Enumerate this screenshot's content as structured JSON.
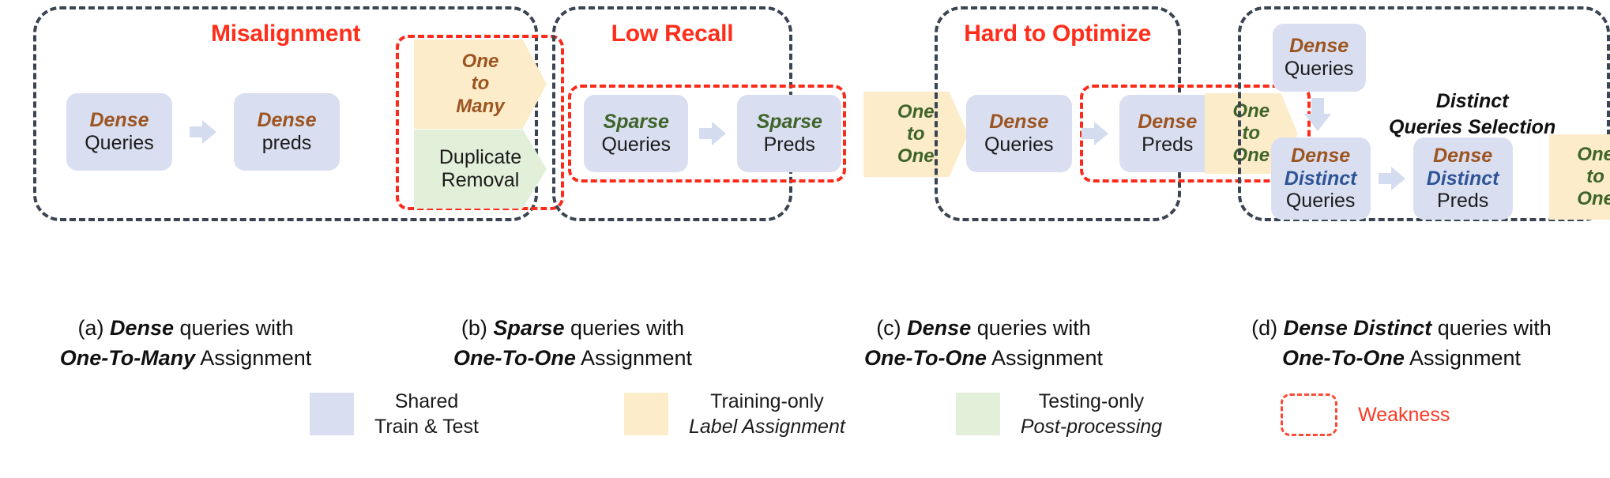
{
  "panels": [
    {
      "title": "Misalignment",
      "boxes": [
        {
          "line1": "Dense",
          "line1_class": "dense",
          "line2": "Queries"
        },
        {
          "line1": "Dense",
          "line1_class": "dense",
          "line2": "preds"
        }
      ],
      "chevrons": [
        {
          "text": "One\nto\nMany",
          "kind": "yellow"
        },
        {
          "text": "Duplicate\nRemoval",
          "kind": "green"
        }
      ]
    },
    {
      "title": "Low Recall",
      "boxes": [
        {
          "line1": "Sparse",
          "line1_class": "sparse",
          "line2": "Queries"
        },
        {
          "line1": "Sparse",
          "line1_class": "sparse",
          "line2": "Preds"
        }
      ],
      "chevrons": [
        {
          "text": "One\nto\nOne",
          "kind": "yellow"
        }
      ]
    },
    {
      "title": "Hard to Optimize",
      "boxes": [
        {
          "line1": "Dense",
          "line1_class": "dense",
          "line2": "Queries"
        },
        {
          "line1": "Dense",
          "line1_class": "dense",
          "line2": "Preds"
        }
      ],
      "chevrons": [
        {
          "text": "One\nto\nOne",
          "kind": "yellow"
        }
      ]
    },
    {
      "title": "",
      "boxes": [
        {
          "line1": "Dense",
          "line1_class": "dense",
          "line2": "Queries"
        },
        {
          "line1": "Dense",
          "line2": "Distinct",
          "line3": "Queries"
        },
        {
          "line1": "Dense",
          "line2": "Distinct",
          "line3": "Preds"
        }
      ],
      "selection_label_line1": "Distinct",
      "selection_label_line2": "Queries Selection",
      "chevrons": [
        {
          "text": "One\nto\nOne",
          "kind": "yellow"
        }
      ]
    }
  ],
  "panel_a": {
    "title": "Misalignment",
    "box1_top": "Dense",
    "box1_bottom": "Queries",
    "box2_top": "Dense",
    "box2_bottom": "preds",
    "chev1_l1": "One",
    "chev1_l2": "to",
    "chev1_l3": "Many",
    "chev2_l1": "Duplicate",
    "chev2_l2": "Removal"
  },
  "panel_b": {
    "title": "Low Recall",
    "box1_top": "Sparse",
    "box1_bottom": "Queries",
    "box2_top": "Sparse",
    "box2_bottom": "Preds",
    "chev1_l1": "One",
    "chev1_l2": "to",
    "chev1_l3": "One"
  },
  "panel_c": {
    "title": "Hard to Optimize",
    "box1_top": "Dense",
    "box1_bottom": "Queries",
    "box2_top": "Dense",
    "box2_bottom": "Preds",
    "chev1_l1": "One",
    "chev1_l2": "to",
    "chev1_l3": "One"
  },
  "panel_d": {
    "box1_top": "Dense",
    "box1_bottom": "Queries",
    "sel_l1": "Distinct",
    "sel_l2": "Queries Selection",
    "box2_top": "Dense",
    "box2_mid": "Distinct",
    "box2_bottom": "Queries",
    "box3_top": "Dense",
    "box3_mid": "Distinct",
    "box3_bottom": "Preds",
    "chev1_l1": "One",
    "chev1_l2": "to",
    "chev1_l3": "One"
  },
  "captions": [
    {
      "prefix": "(a) ",
      "em1": "Dense",
      "mid": " queries with",
      "em2": "One-To-Many",
      "suffix": " Assignment"
    },
    {
      "prefix": "(b) ",
      "em1": "Sparse",
      "mid": " queries with",
      "em2": "One-To-One",
      "suffix": " Assignment"
    },
    {
      "prefix": "(c) ",
      "em1": "Dense",
      "mid": " queries with",
      "em2": "One-To-One",
      "suffix": " Assignment"
    },
    {
      "prefix": "(d) ",
      "em1": "Dense Distinct",
      "mid": " queries with",
      "em2": "One-To-One",
      "suffix": " Assignment"
    }
  ],
  "legend": {
    "shared_l1": "Shared",
    "shared_l2": "Train & Test",
    "training_l1": "Training-only",
    "training_l2": "Label Assignment",
    "testing_l1": "Testing-only",
    "testing_l2": "Post-processing",
    "weakness": "Weakness"
  },
  "colors": {
    "blue_box": "#d9dff1",
    "yellow_shape": "#fcecc9",
    "green_shape": "#e2efd9",
    "panel_border": "#3a4452",
    "weakness_red": "#fb2b1c",
    "title_red": "#ff2d1a",
    "dense_brown": "#9c5420",
    "sparse_green": "#3e642a",
    "distinct_blue": "#2f5496"
  }
}
